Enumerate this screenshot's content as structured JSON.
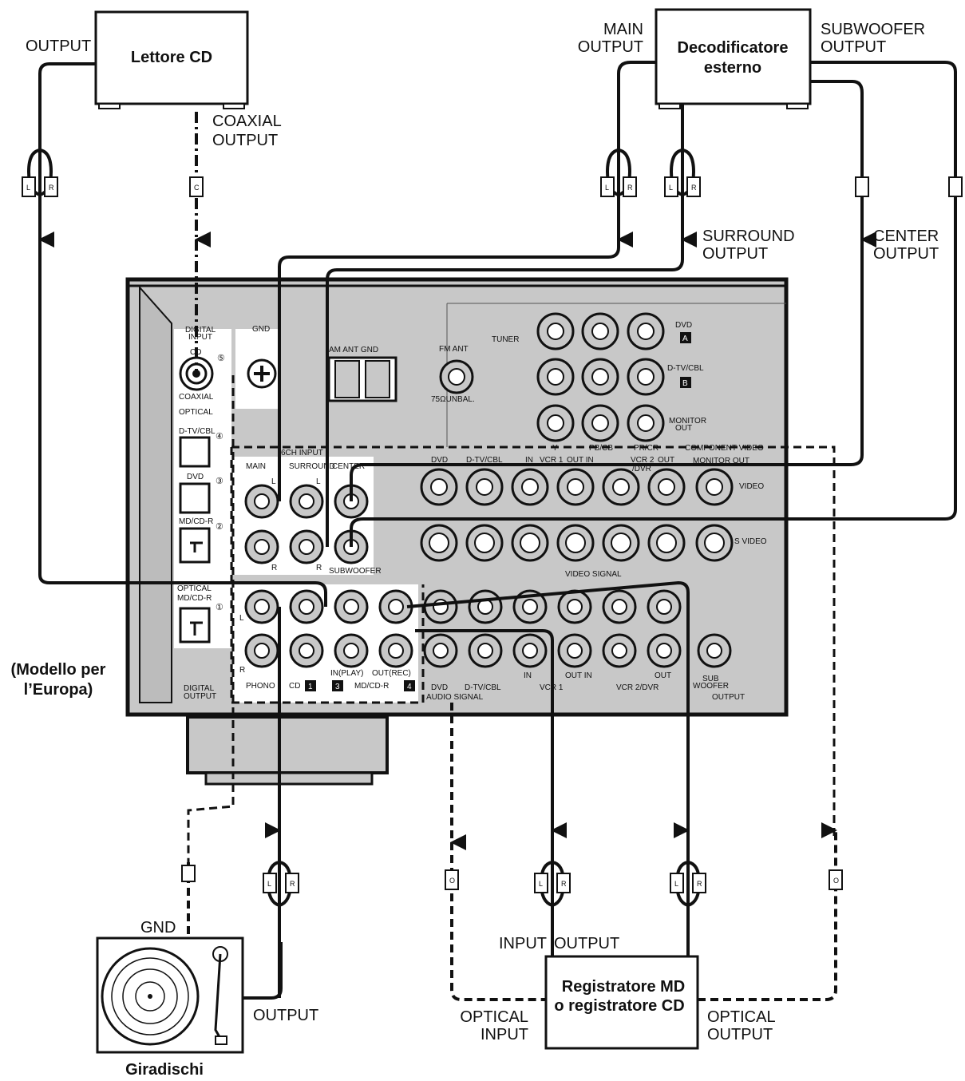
{
  "devices": {
    "cd_player": "Lettore CD",
    "decoder_line1": "Decodificatore",
    "decoder_line2": "esterno",
    "recorder_line1": "Registratore MD",
    "recorder_line2": "o registratore CD",
    "turntable": "Giradischi",
    "model_line1": "(Modello per",
    "model_line2": "l’Europa)"
  },
  "cable_labels": {
    "cd_output": "OUTPUT",
    "coaxial_1": "COAXIAL",
    "coaxial_2": "OUTPUT",
    "main_1": "MAIN",
    "main_2": "OUTPUT",
    "sub_1": "SUBWOOFER",
    "sub_2": "OUTPUT",
    "surround_1": "SURROUND",
    "surround_2": "OUTPUT",
    "center_1": "CENTER",
    "center_2": "OUTPUT",
    "gnd": "GND",
    "turntable_output": "OUTPUT",
    "rec_input": "INPUT",
    "rec_output": "OUTPUT",
    "optical_input_1": "OPTICAL",
    "optical_input_2": "INPUT",
    "optical_output_1": "OPTICAL",
    "optical_output_2": "OUTPUT"
  },
  "plug_letters": {
    "left": "L",
    "right": "R",
    "coax": "C",
    "optical": "O"
  },
  "panel": {
    "digital_input_1": "DIGITAL",
    "digital_input_2": "INPUT",
    "cd": "CD",
    "coaxial": "COAXIAL",
    "optical": "OPTICAL",
    "dtv_cbl": "D-TV/CBL",
    "dvd": "DVD",
    "md_cd_r": "MD/CD-R",
    "optical_md": "OPTICAL",
    "md_cd_r2": "MD/CD-R",
    "digital_output_1": "DIGITAL",
    "digital_output_2": "OUTPUT",
    "gnd": "GND",
    "am_ant_gnd": "AM ANT GND",
    "fm_ant": "FM ANT",
    "unbal": "75ΩUNBAL.",
    "tuner": "TUNER",
    "dvd_comp": "DVD",
    "dtv_comp": "D-TV/CBL",
    "monitor_out_1": "MONITOR",
    "monitor_out_2": "OUT",
    "y": "Y",
    "pbcb": "PB/CB",
    "prcr": "PR/CR",
    "component_video": "COMPONENT VIDEO",
    "input_6ch": "6CH INPUT",
    "main": "MAIN",
    "surround": "SURROUND",
    "center": "CENTER",
    "subwoofer": "SUBWOOFER",
    "video_dvd": "DVD",
    "video_dtv": "D-TV/CBL",
    "vcr1_in": "IN",
    "vcr1": "VCR 1",
    "out_in": "OUT IN",
    "vcr2": "VCR 2",
    "dvr": "/DVR",
    "out": "OUT",
    "monitor_out": "MONITOR OUT",
    "video": "VIDEO",
    "s_video": "S VIDEO",
    "video_signal": "VIDEO SIGNAL",
    "phono": "PHONO",
    "cd_audio": "CD",
    "in_play": "IN(PLAY)",
    "out_rec": "OUT(REC)",
    "md_cdr": "MD/CD-R",
    "dvd_audio": "DVD",
    "dtv_audio": "D-TV/CBL",
    "audio_signal": "AUDIO SIGNAL",
    "a_in": "IN",
    "a_vcr1": "VCR 1",
    "a_out_in": "OUT IN",
    "a_out": "OUT",
    "a_vcr2": "VCR 2/DVR",
    "sub_woofer_1": "SUB",
    "sub_woofer_2": "WOOFER",
    "output": "OUTPUT",
    "badge_a": "A",
    "badge_b": "B",
    "badge_1": "1",
    "badge_3": "3",
    "badge_4": "4",
    "n1": "①",
    "n2": "②",
    "n3": "③",
    "n4": "④",
    "n5": "⑤",
    "lmark": "L",
    "rmark": "R"
  }
}
